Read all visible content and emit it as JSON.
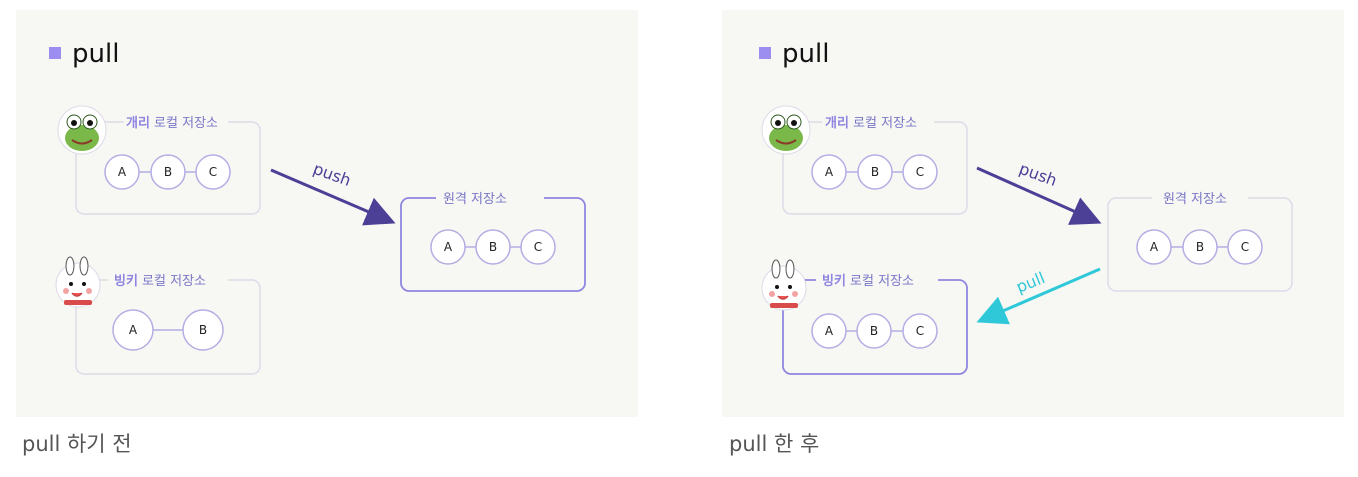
{
  "colors": {
    "accent": "#9b8ef0",
    "box_light": "#dcdbe8",
    "box_active": "#8f86e0",
    "push_arrow": "#4b3f96",
    "pull_arrow": "#2ec8d8",
    "panel_bg": "#f7f7f4"
  },
  "icons": [
    "square-bullet-icon",
    "frog-avatar-icon",
    "rabbit-avatar-icon",
    "arrow-icon"
  ],
  "before": {
    "title": "pull",
    "caption": "pull 하기 전",
    "garry": {
      "owner": "개리",
      "suffix": " 로컬 저장소",
      "nodes": [
        "A",
        "B",
        "C"
      ]
    },
    "remote": {
      "label": "원격 저장소",
      "nodes": [
        "A",
        "B",
        "C"
      ]
    },
    "bingki": {
      "owner": "빙키",
      "suffix": " 로컬 저장소",
      "nodes": [
        "A",
        "B"
      ]
    },
    "push_label": "push"
  },
  "after": {
    "title": "pull",
    "caption": "pull 한 후",
    "garry": {
      "owner": "개리",
      "suffix": " 로컬 저장소",
      "nodes": [
        "A",
        "B",
        "C"
      ]
    },
    "remote": {
      "label": "원격 저장소",
      "nodes": [
        "A",
        "B",
        "C"
      ]
    },
    "bingki": {
      "owner": "빙키",
      "suffix": " 로컬 저장소",
      "nodes": [
        "A",
        "B",
        "C"
      ]
    },
    "push_label": "push",
    "pull_label": "pull"
  }
}
